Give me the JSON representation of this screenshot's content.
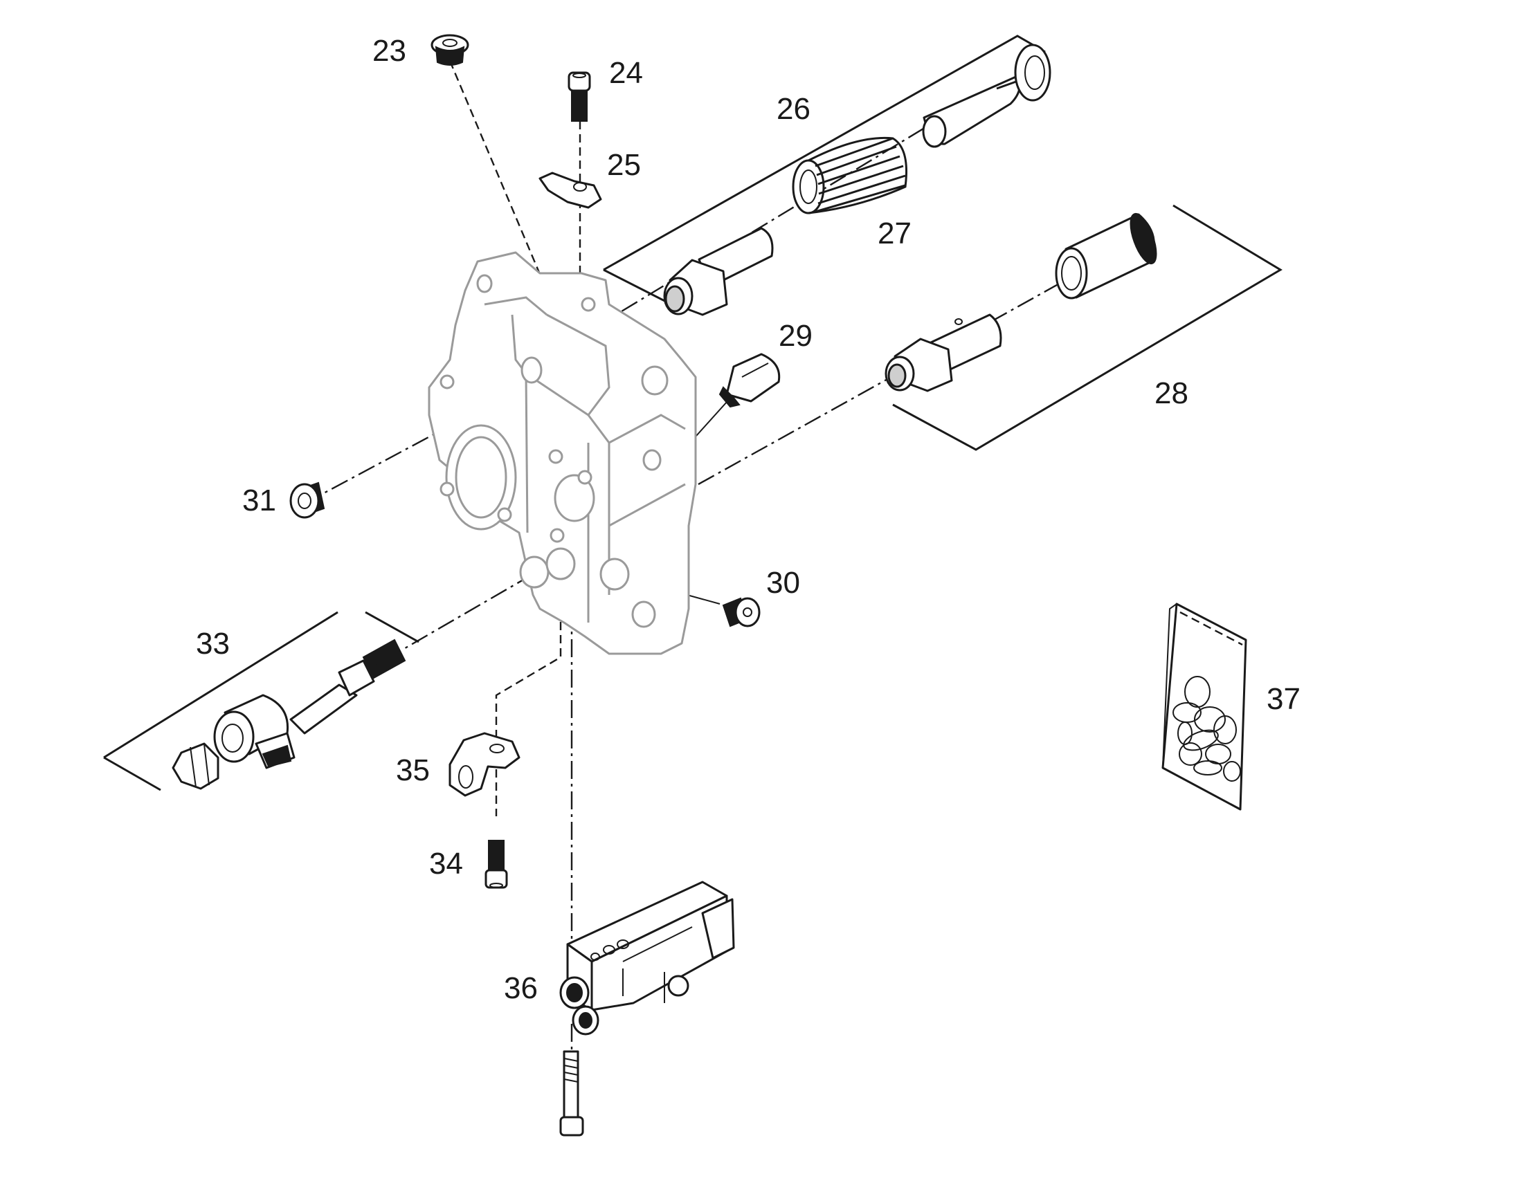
{
  "callouts": {
    "c23": "23",
    "c24": "24",
    "c25": "25",
    "c26": "26",
    "c27": "27",
    "c28": "28",
    "c29": "29",
    "c30": "30",
    "c31": "31",
    "c33": "33",
    "c34": "34",
    "c35": "35",
    "c36": "36",
    "c37": "37"
  },
  "colors": {
    "line": "#1a1a1a",
    "housing": "#9a9a9a",
    "background": "#ffffff"
  }
}
